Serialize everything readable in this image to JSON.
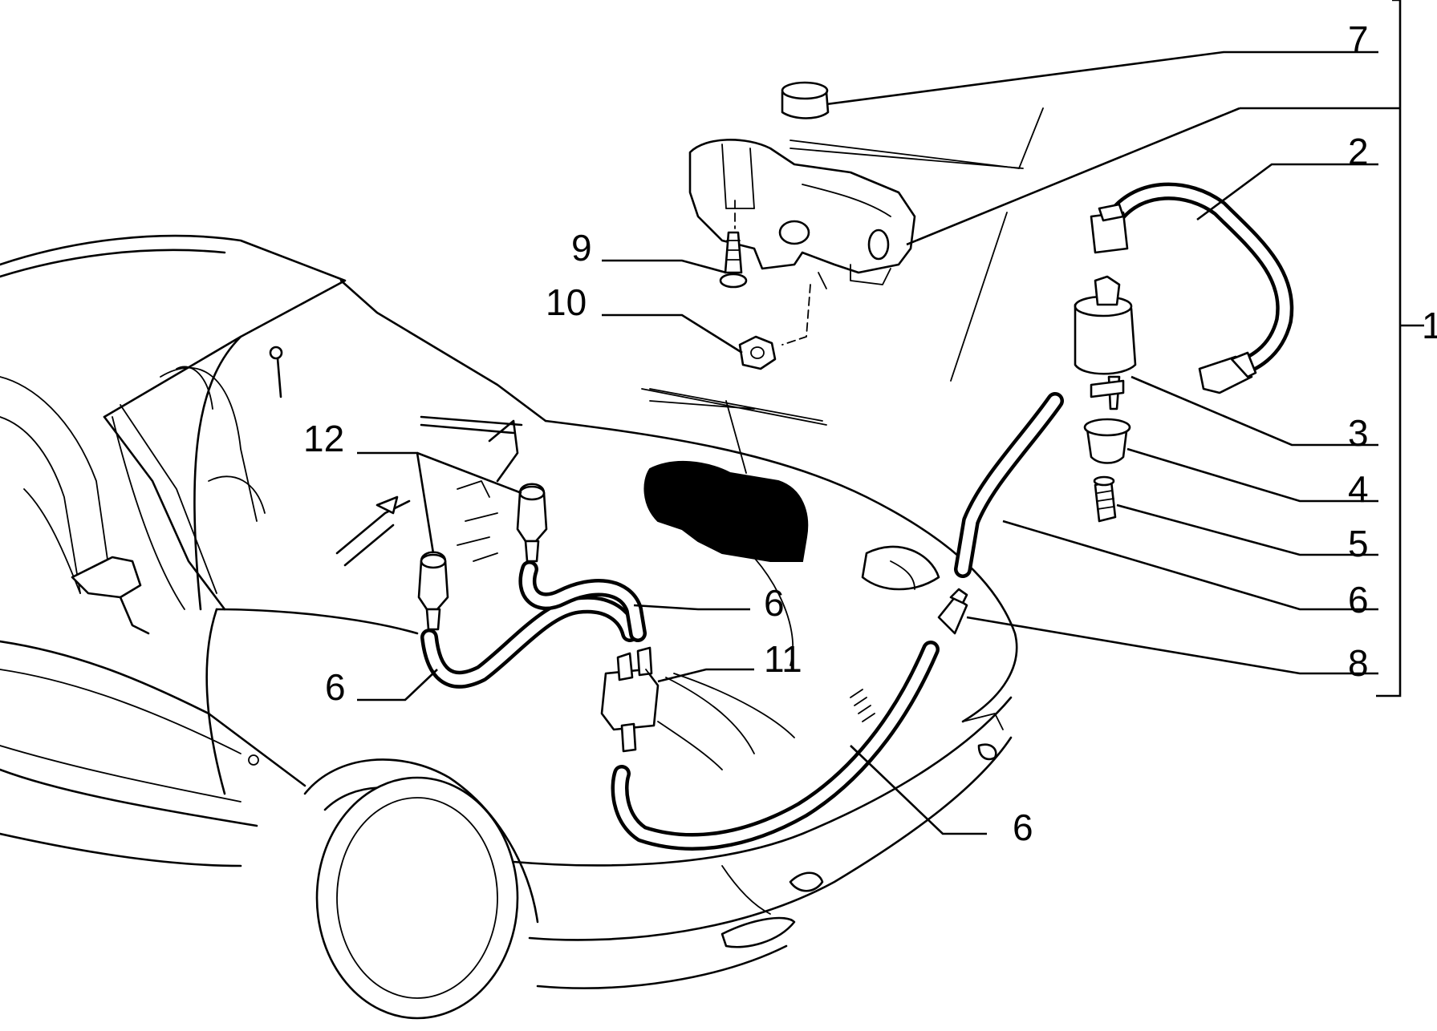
{
  "diagram": {
    "callouts": [
      {
        "id": "1",
        "text": "1"
      },
      {
        "id": "2",
        "text": "2"
      },
      {
        "id": "3",
        "text": "3"
      },
      {
        "id": "4",
        "text": "4"
      },
      {
        "id": "5",
        "text": "5"
      },
      {
        "id": "6a",
        "text": "6"
      },
      {
        "id": "6b",
        "text": "6"
      },
      {
        "id": "6c",
        "text": "6"
      },
      {
        "id": "6d",
        "text": "6"
      },
      {
        "id": "7",
        "text": "7"
      },
      {
        "id": "8",
        "text": "8"
      },
      {
        "id": "9",
        "text": "9"
      },
      {
        "id": "10",
        "text": "10"
      },
      {
        "id": "11",
        "text": "11"
      },
      {
        "id": "12",
        "text": "12"
      }
    ]
  }
}
